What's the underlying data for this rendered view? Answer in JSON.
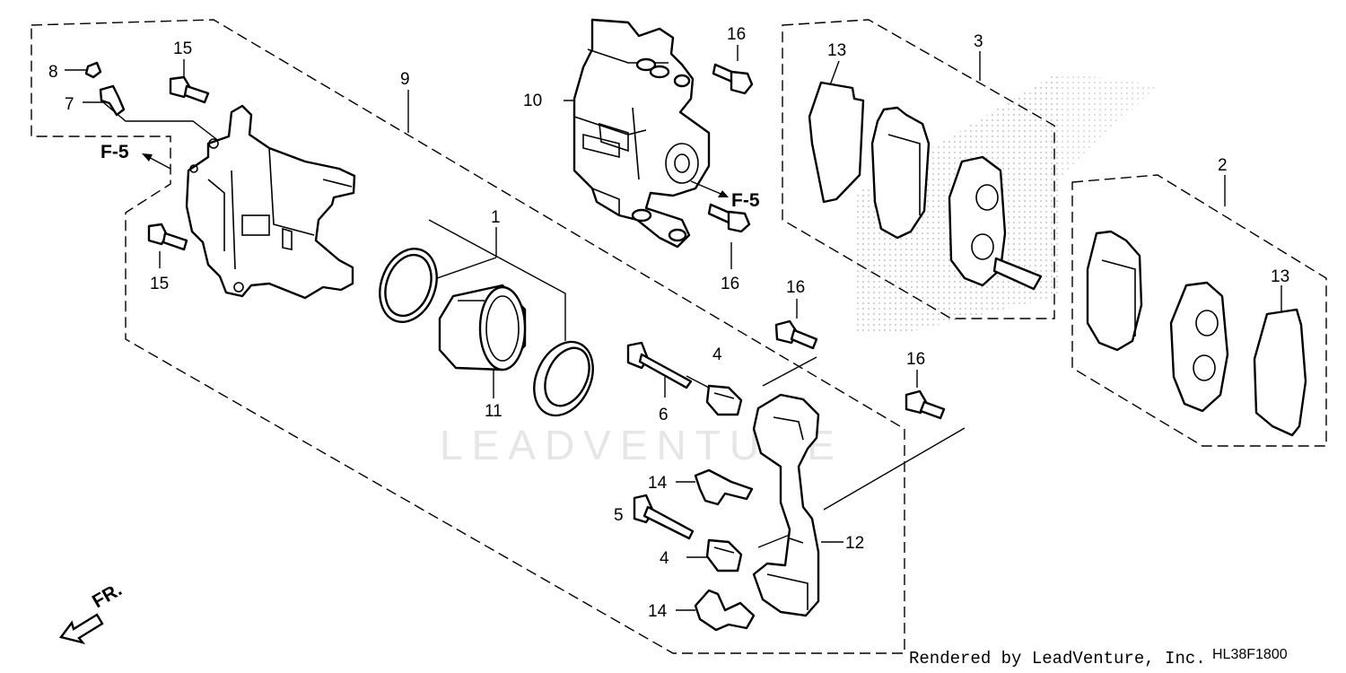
{
  "callouts": {
    "c1": "1",
    "c2": "2",
    "c3": "3",
    "c4a": "4",
    "c4b": "4",
    "c5": "5",
    "c6": "6",
    "c7": "7",
    "c8": "8",
    "c9": "9",
    "c10": "10",
    "c11": "11",
    "c12": "12",
    "c13a": "13",
    "c13b": "13",
    "c14a": "14",
    "c14b": "14",
    "c15a": "15",
    "c15b": "15",
    "c16a": "16",
    "c16b": "16",
    "c16c": "16",
    "c16d": "16"
  },
  "refs": {
    "left": "F-5",
    "right": "F-5",
    "front": "FR."
  },
  "watermark": "LEADVENTURE",
  "credit": "Rendered by LeadVenture, Inc.",
  "diagram_code": "HL38F1800"
}
